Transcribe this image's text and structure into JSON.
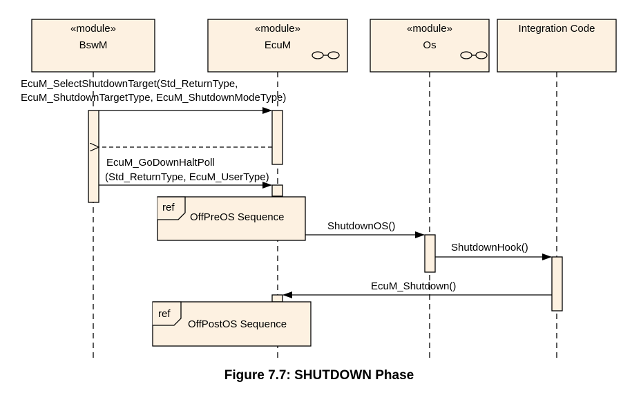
{
  "lifelines": [
    {
      "stereotype": "«module»",
      "name": "BswM",
      "subsystem": false
    },
    {
      "stereotype": "«module»",
      "name": "EcuM",
      "subsystem": true
    },
    {
      "stereotype": "«module»",
      "name": "Os",
      "subsystem": true
    },
    {
      "stereotype": "",
      "name": "Integration Code",
      "subsystem": false
    }
  ],
  "messages": {
    "select_target_line1": "EcuM_SelectShutdownTarget(Std_ReturnType,",
    "select_target_line2": "EcuM_ShutdownTargetType, EcuM_ShutdownModeType)",
    "go_down_line1": "EcuM_GoDownHaltPoll",
    "go_down_line2": "(Std_ReturnType, EcuM_UserType)",
    "shutdown_os": "ShutdownOS()",
    "shutdown_hook": "ShutdownHook()",
    "ecum_shutdown": "EcuM_Shutdown()"
  },
  "refs": [
    {
      "tag": "ref",
      "label": "OffPreOS Sequence"
    },
    {
      "tag": "ref",
      "label": "OffPostOS Sequence"
    }
  ],
  "caption": "Figure 7.7: SHUTDOWN Phase",
  "colors": {
    "box_fill": "#fdf1e1",
    "line": "#000000"
  }
}
